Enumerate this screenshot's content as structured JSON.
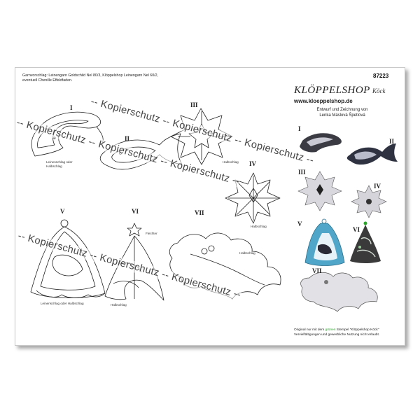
{
  "document": {
    "material_note_line1": "Garnvorschlag: Leinengarn Goldschild Nel 80/3, Klöppelshop Leinengarn Nel 60/2,",
    "material_note_line2": "eventuell Chenille Effektfaden.",
    "article_number": "87223",
    "logo_brand": "KLÖPPELSHOP",
    "logo_sub": "Köck",
    "logo_url": "www.kloeppelshop.de",
    "credit_line1": "Entwurf und Zeichnung von",
    "credit_line2": "Lenka Máslová Špetlová",
    "footer_line1_before": "Original nur mit dem ",
    "footer_line1_green": "grünen",
    "footer_line1_after": " Stempel \"Klöppelshop Köck\"",
    "footer_line2": "Vervielfältigungen und gewerbliche Nutzung nicht erlaubt.",
    "watermark_text": "-- Kopierschutz -- Kopierschutz -- Kopierschutz --",
    "accent_green": "#2aa52a"
  },
  "patterns": {
    "numerals": [
      "I",
      "II",
      "III",
      "IV",
      "V",
      "VI",
      "VII"
    ],
    "notes": {
      "i_stitch": "Leinenschlag oder",
      "i_stitch2": "Halbschlag",
      "iii_note": "Halbschlag",
      "iv_note": "Halbschlag",
      "v_note": "Leinenschlag oder Halbschlag",
      "vi_top": "Flechter",
      "vi_note": "Halbschlag",
      "vii_note": "Halbschlag"
    }
  },
  "thumbnails": {
    "numerals": [
      "I",
      "II",
      "III",
      "IV",
      "V",
      "VI",
      "VII"
    ]
  }
}
